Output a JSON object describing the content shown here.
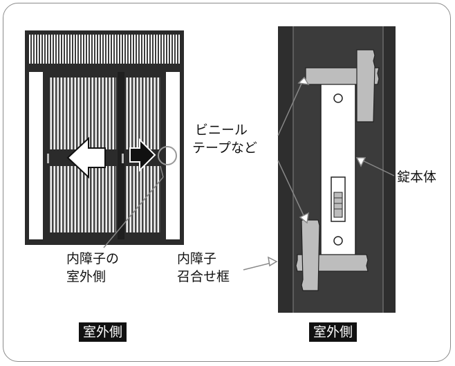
{
  "labels": {
    "vinyl_tape_line1": "ビニール",
    "vinyl_tape_line2": "テープなど",
    "lock_body": "錠本体",
    "inner_shoji_line1": "内障子の",
    "inner_shoji_line2": "室外側",
    "frame_line1": "内障子",
    "frame_line2": "召合せ框"
  },
  "badges": {
    "left": "室外側",
    "right": "室外側"
  },
  "colors": {
    "frame_dark": "#2e2e2e",
    "stile": "#3b3b3b",
    "tape": "#b9b9b9",
    "plate": "#ffffff",
    "badge_bg": "#111111"
  }
}
